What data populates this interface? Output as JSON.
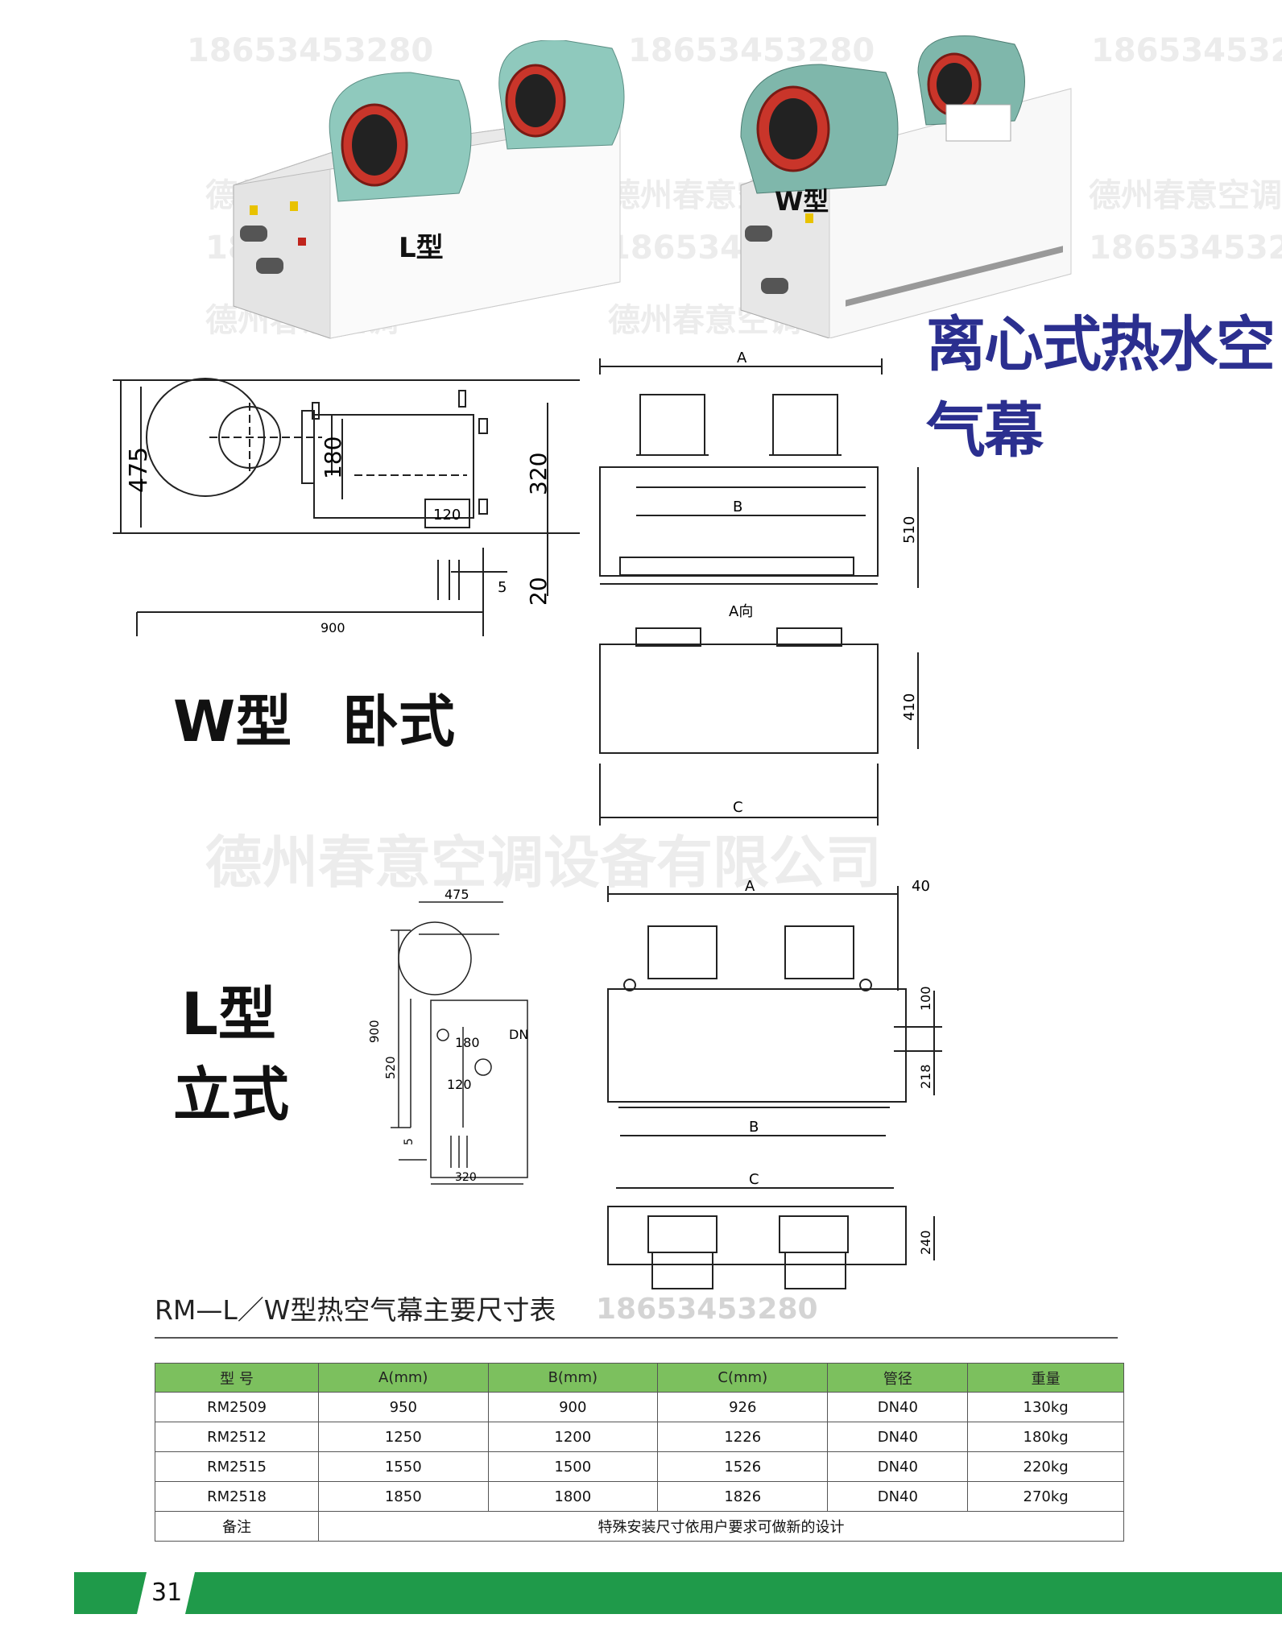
{
  "watermarks": {
    "phone": "18653453280",
    "company_short": "德州春意空调",
    "company_full": "德州春意空调设备有限公司"
  },
  "photos": {
    "l_type_label": "L型",
    "w_type_label": "W型"
  },
  "page_title": "离心式热水空气幕",
  "w_section": {
    "label_type": "W型",
    "label_mount": "卧式",
    "side_dims": {
      "height": "475",
      "inner": "180",
      "right": "320",
      "pipe": "120",
      "bottom": "20",
      "gap": "5",
      "length": "900"
    },
    "front_dims": {
      "a": "A",
      "b": "B",
      "c": "C",
      "height": "510",
      "view": "A向",
      "height2": "410"
    }
  },
  "l_section": {
    "label_type": "L型",
    "label_mount": "立式",
    "side_dims": {
      "top": "475",
      "height": "900",
      "inner": "520",
      "d180": "180",
      "dn": "DN",
      "d120": "120",
      "d5": "5",
      "bottom": "320"
    },
    "front_dims": {
      "a": "A",
      "offset": "40",
      "d100": "100",
      "d218": "218",
      "b": "B",
      "c": "C",
      "d240": "240"
    }
  },
  "table": {
    "title": "RM—L／W型热空气幕主要尺寸表",
    "headers": [
      "型  号",
      "A(mm)",
      "B(mm)",
      "C(mm)",
      "管径",
      "重量"
    ],
    "rows": [
      [
        "RM2509",
        "950",
        "900",
        "926",
        "DN40",
        "130kg"
      ],
      [
        "RM2512",
        "1250",
        "1200",
        "1226",
        "DN40",
        "180kg"
      ],
      [
        "RM2515",
        "1550",
        "1500",
        "1526",
        "DN40",
        "220kg"
      ],
      [
        "RM2518",
        "1850",
        "1800",
        "1826",
        "DN40",
        "270kg"
      ]
    ],
    "remark_label": "备注",
    "remark_text": "特殊安装尺寸依用户要求可做新的设计"
  },
  "page_number": "31",
  "colors": {
    "accent_green": "#1f9a4a",
    "table_header": "#7cc05e",
    "title_blue": "#2b2f8f",
    "fan_teal": "#8fc9bd"
  }
}
